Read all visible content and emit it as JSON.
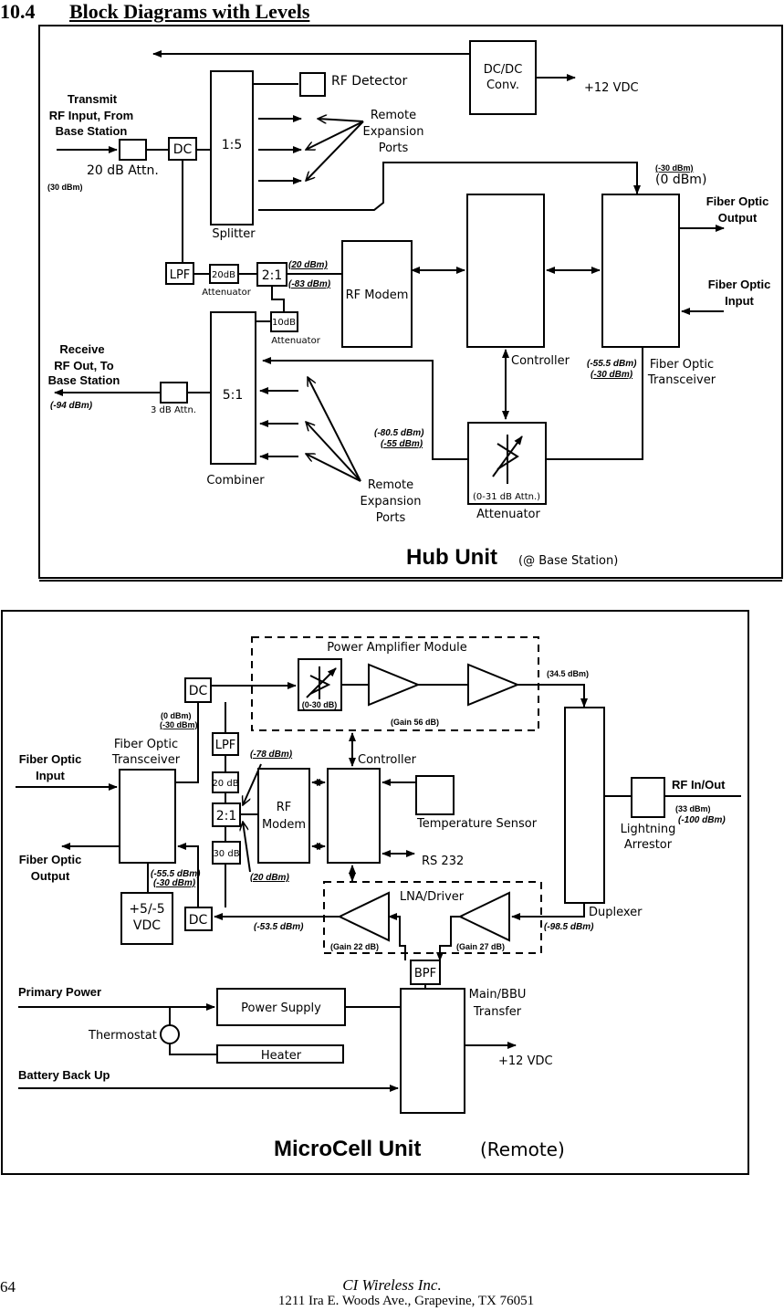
{
  "section": {
    "number": "10.4",
    "title": "Block Diagrams with Levels"
  },
  "hub": {
    "title": "Hub Unit",
    "subtitle": "(@ Base Station)",
    "dcdc": [
      "DC/DC",
      "Conv."
    ],
    "vdc": "+12 VDC",
    "rf_detector": "RF Detector",
    "remote_ports": [
      "Remote",
      "Expansion",
      "Ports"
    ],
    "transmit": [
      "Transmit",
      "RF Input, From",
      "Base Station"
    ],
    "attn20": "20 dB Attn.",
    "dc": "DC",
    "splitter_ratio": "1:5",
    "splitter": "Splitter",
    "lvl_30": "(30 dBm)",
    "fo_level_top": "(-30 dBm)",
    "fo_level_top2": "(0 dBm)",
    "fo_output": [
      "Fiber Optic",
      "Output"
    ],
    "fo_input": [
      "Fiber Optic",
      "Input"
    ],
    "lpf": "LPF",
    "att20dB": "20dB",
    "attenuator": "Attenuator",
    "ratio21": "2:1",
    "lvl_20": "(20 dBm)",
    "lvl_m83": "(-83 dBm)",
    "att10dB": "10dB",
    "rf_modem": "RF Modem",
    "receive": [
      "Receive",
      "RF Out, To",
      "Base Station"
    ],
    "lvl_m94": "(-94 dBm)",
    "attn3": "3 dB Attn.",
    "combiner_ratio": "5:1",
    "combiner": "Combiner",
    "controller": "Controller",
    "lvl_m555": "(-55.5 dBm)",
    "lvl_m30": "(-30 dBm)",
    "transceiver": [
      "Fiber Optic",
      "Transceiver"
    ],
    "lvl_m805": "(-80.5 dBm)",
    "lvl_m55": "(-55 dBm)",
    "attn_range": "(0-31 dB Attn.)",
    "attenuator_label": "Attenuator"
  },
  "micro": {
    "title": "MicroCell Unit",
    "subtitle": "(Remote)",
    "pam": "Power Amplifier Module",
    "dc": "DC",
    "att_range": "(0-30 dB)",
    "gain56": "(Gain 56 dB)",
    "lvl_345": "(34.5 dBm)",
    "lvl_0": "(0 dBm)",
    "lvl_m30": "(-30 dBm)",
    "transceiver": [
      "Fiber Optic",
      "Transceiver"
    ],
    "lpf": "LPF",
    "lvl_m78": "(-78 dBm)",
    "controller": "Controller",
    "fo_input": [
      "Fiber Optic",
      "Input"
    ],
    "att20": "20 dB",
    "ratio21": "2:1",
    "rf_modem": [
      "RF",
      "Modem"
    ],
    "temp_sensor": "Temperature Sensor",
    "rf_inout": "RF In/Out",
    "lvl_33": "(33 dBm)",
    "lvl_m100": "(-100 dBm)",
    "lightning": [
      "Lightning",
      "Arrestor"
    ],
    "fo_output": [
      "Fiber Optic",
      "Output"
    ],
    "att30": "30 dB",
    "rs232": "RS 232",
    "lvl_m555": "(-55.5 dBm)",
    "lvl_m30b": "(-30 dBm)",
    "lvl_20": "(20 dBm)",
    "psu_dc": [
      "+5/-5",
      "VDC"
    ],
    "lna": "LNA/Driver",
    "duplexer": "Duplexer",
    "lvl_m535": "(-53.5 dBm)",
    "lvl_m985": "(-98.5 dBm)",
    "gain22": "(Gain 22 dB)",
    "gain27": "(Gain 27 dB)",
    "bpf": "BPF",
    "primary_power": "Primary Power",
    "power_supply": "Power Supply",
    "main_bbu": [
      "Main/BBU",
      "Transfer"
    ],
    "thermostat": "Thermostat",
    "heater": "Heater",
    "vdc": "+12 VDC",
    "battery": "Battery Back Up"
  },
  "footer": {
    "page": "64",
    "company": "CI Wireless Inc.",
    "address": "1211 Ira E. Woods Ave., Grapevine, TX 76051"
  }
}
